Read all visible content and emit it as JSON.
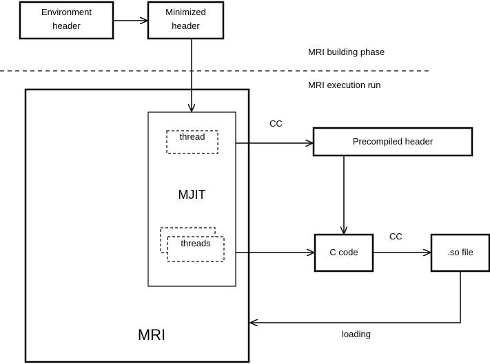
{
  "nodes": {
    "environment_header": {
      "line1": "Environment",
      "line2": "header"
    },
    "minimized_header": {
      "line1": "Minimized",
      "line2": "header"
    },
    "mri": "MRI",
    "mjit": "MJIT",
    "thread": "thread",
    "threads": "threads",
    "precompiled_header": "Precompiled header",
    "c_code": "C code",
    "so_file": ".so file"
  },
  "phases": {
    "building": "MRI building phase",
    "execution": "MRI execution run"
  },
  "edge_labels": {
    "cc_precompile": "CC",
    "cc_compile": "CC",
    "loading": "loading"
  }
}
